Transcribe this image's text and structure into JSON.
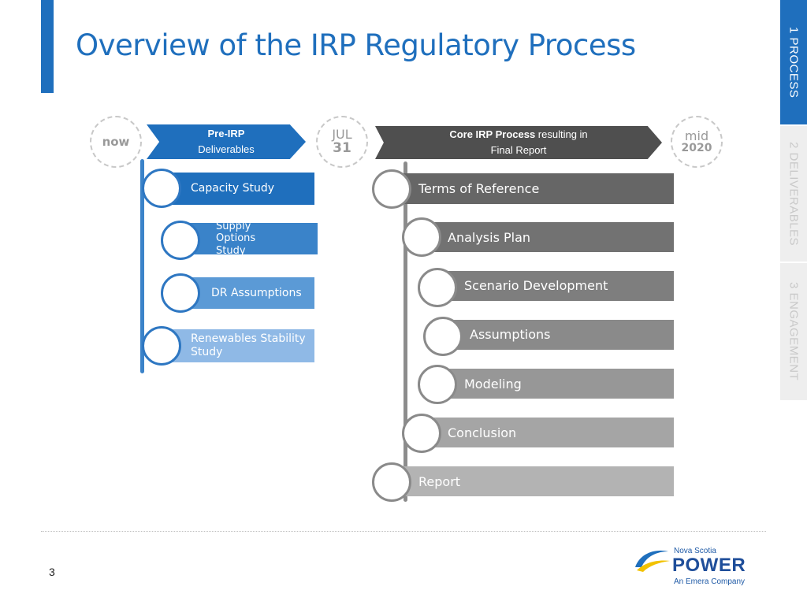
{
  "title": "Overview of the IRP Regulatory Process",
  "side_tabs": [
    {
      "label": "1 PROCESS",
      "active": true
    },
    {
      "label": "2 DELIVERABLES",
      "active": false
    },
    {
      "label": "3 ENGAGEMENT",
      "active": false
    }
  ],
  "milestones": {
    "now": "now",
    "jul_month": "JUL",
    "jul_day": "31",
    "mid_line1": "mid",
    "mid_line2": "2020"
  },
  "pre_irp": {
    "heading": "Pre-IRP",
    "subheading": "Deliverables",
    "items": [
      "Capacity Study",
      "Supply Options Study",
      "DR Assumptions",
      "Renewables Stability Study"
    ]
  },
  "core_irp": {
    "heading_bold": "Core IRP Process",
    "heading_rest": " resulting in",
    "subheading": "Final Report",
    "items": [
      "Terms of Reference",
      "Analysis Plan",
      "Scenario Development",
      "Assumptions",
      "Modeling",
      "Conclusion",
      "Report"
    ]
  },
  "page_number": "3",
  "logo": {
    "line1": "Nova Scotia",
    "line2": "POWER",
    "line3": "An Emera Company"
  },
  "colors": {
    "brand_blue": "#1f6fbd",
    "core_dark": "#4f4f4f"
  }
}
